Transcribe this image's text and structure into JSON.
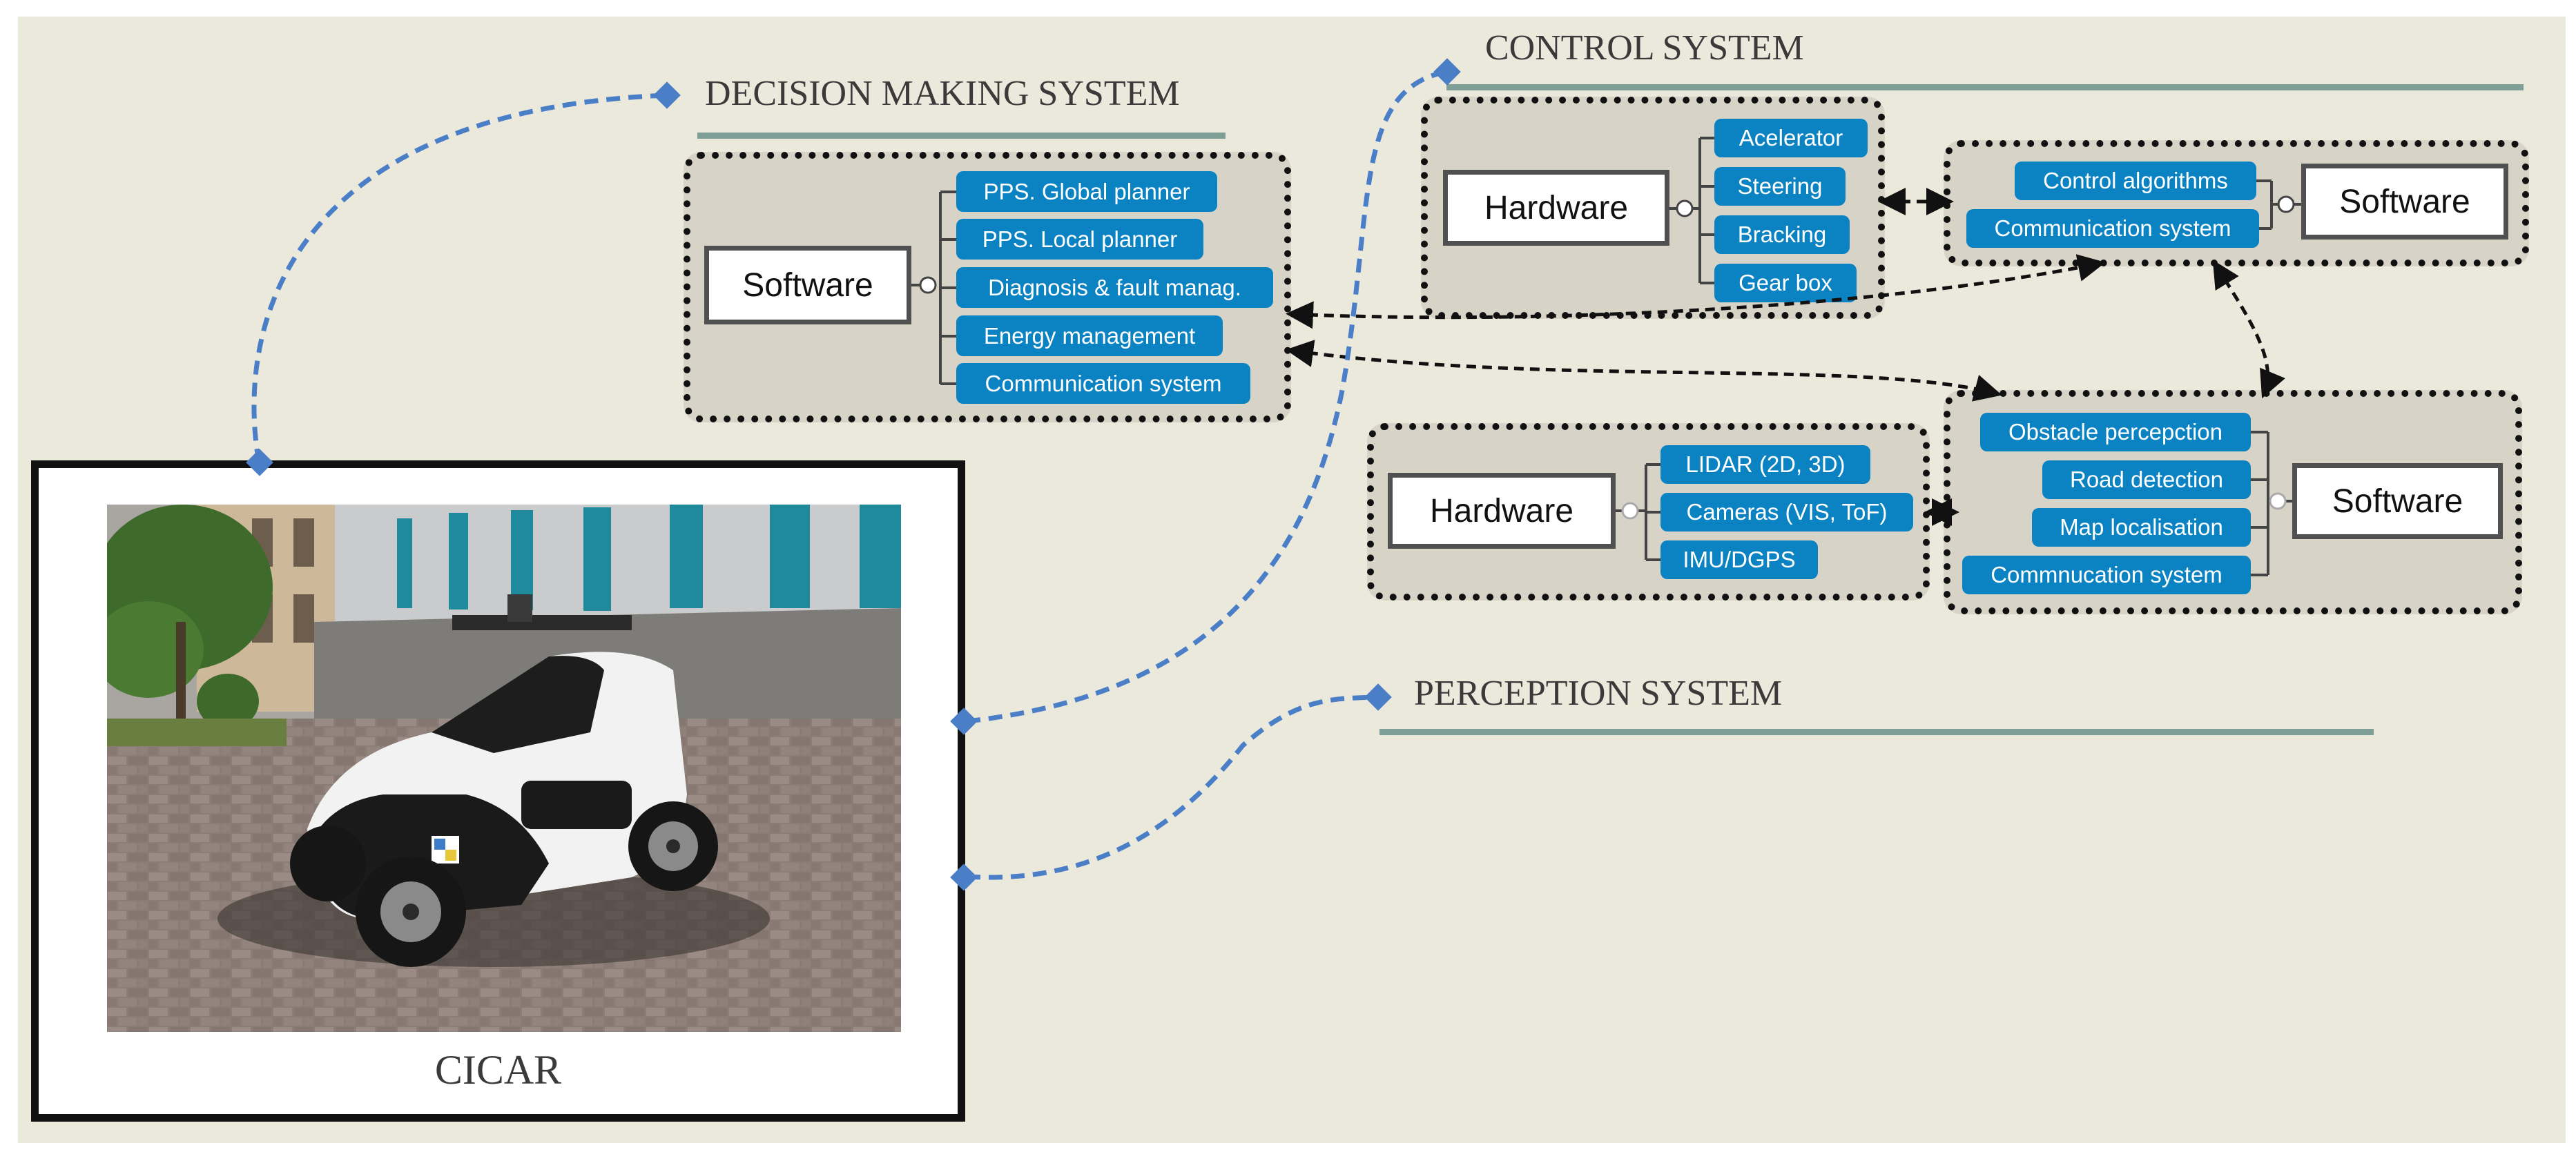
{
  "titles": {
    "decision": "DECISION MAKING SYSTEM",
    "control": "CONTROL SYSTEM",
    "perception": "PERCEPTION SYSTEM"
  },
  "decision": {
    "main": "Software",
    "items": [
      "PPS. Global planner",
      "PPS. Local planner",
      "Diagnosis & fault manag.",
      "Energy management",
      "Communication system"
    ]
  },
  "control_hw": {
    "main": "Hardware",
    "items": [
      "Acelerator",
      "Steering",
      "Bracking",
      "Gear box"
    ]
  },
  "control_sw": {
    "main": "Software",
    "items": [
      "Control algorithms",
      "Communication system"
    ]
  },
  "perception_hw": {
    "main": "Hardware",
    "items": [
      "LIDAR (2D, 3D)",
      "Cameras (VIS, ToF)",
      "IMU/DGPS"
    ]
  },
  "perception_sw": {
    "main": "Software",
    "items": [
      "Obstacle percepction",
      "Road detection",
      "Map localisation",
      "Commnucation system"
    ]
  },
  "vehicle": {
    "label": "CICAR"
  },
  "colors": {
    "background": "#ebe8dc",
    "group_fill": "#d7d4c7",
    "item_blue": "#0b83c3",
    "connector_blue": "#4a7fc8",
    "rule": "#7e9f95"
  }
}
